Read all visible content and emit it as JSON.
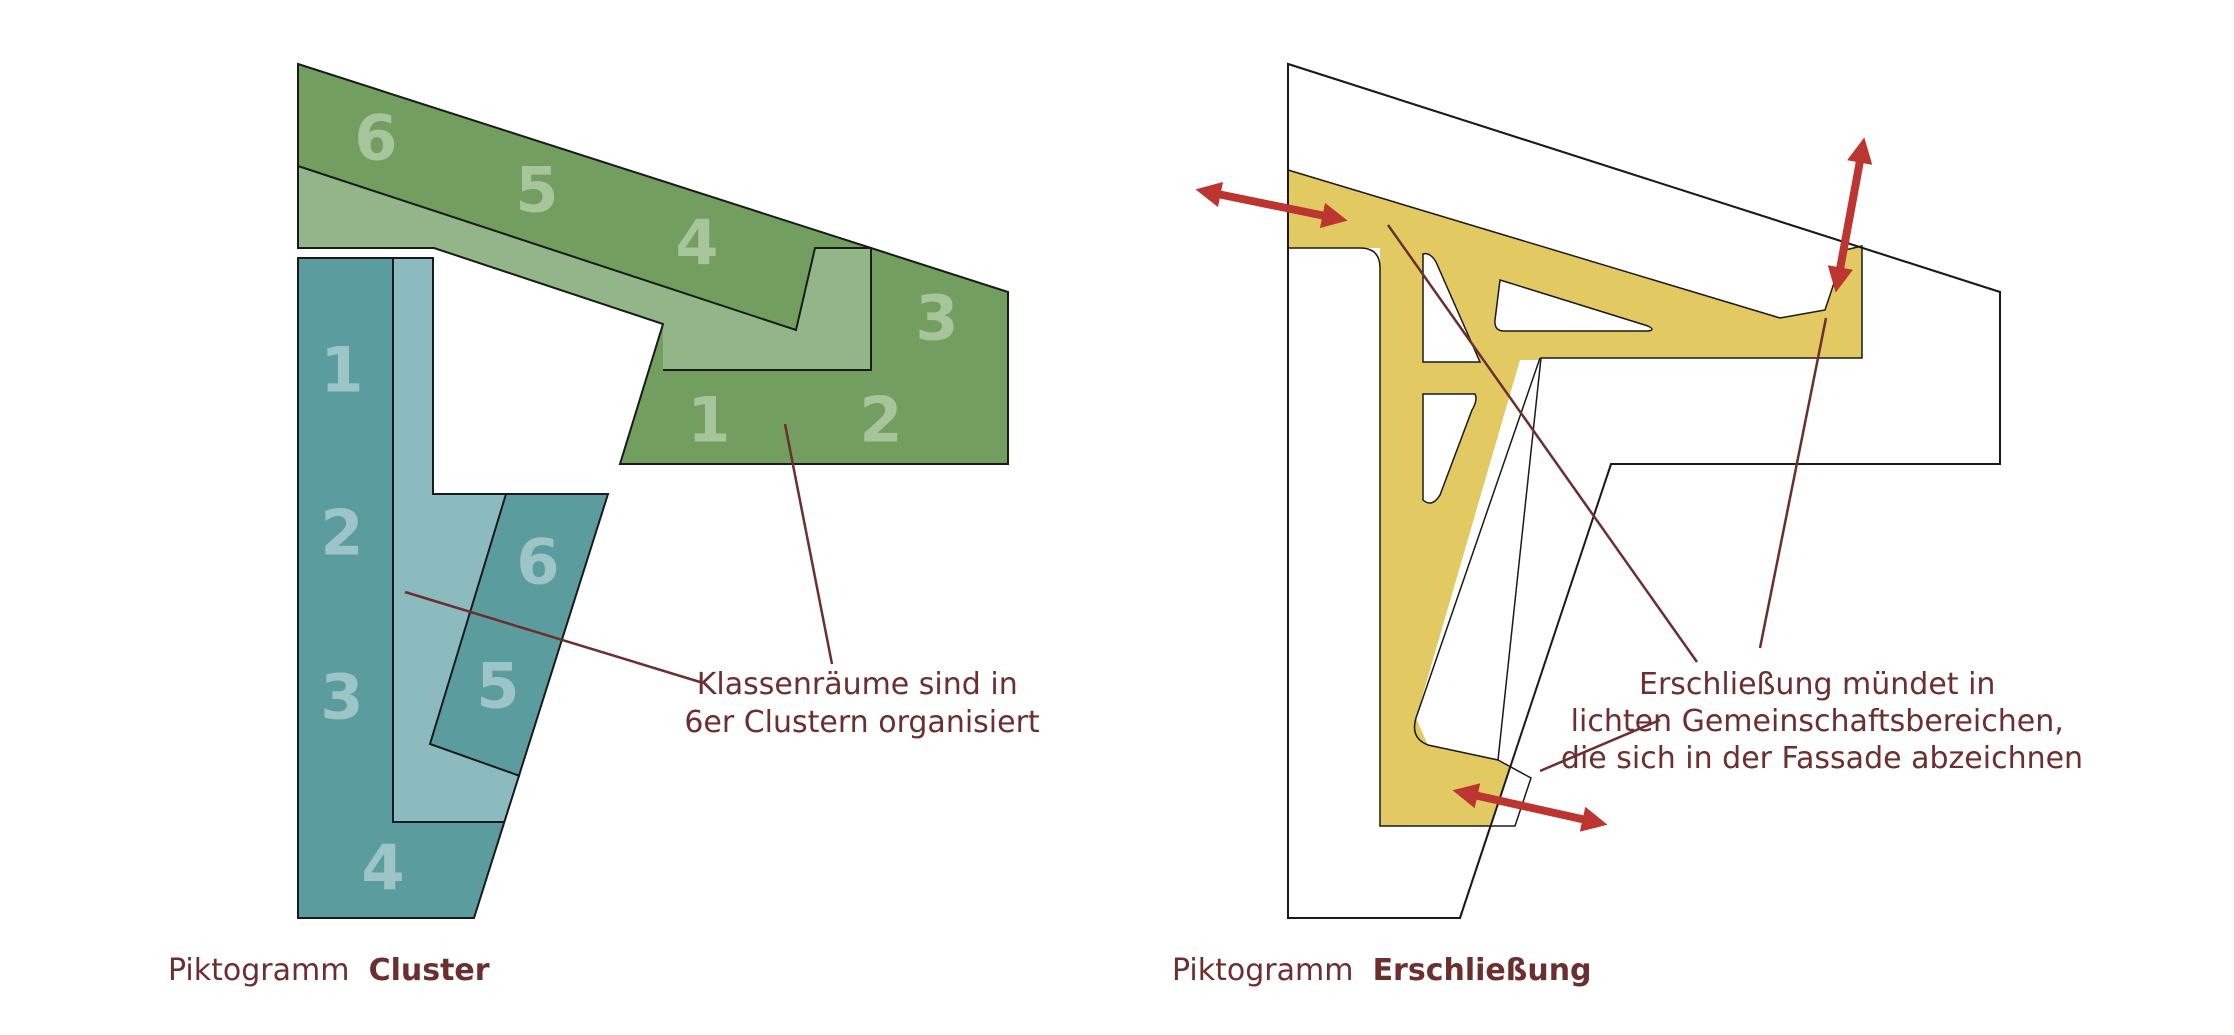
{
  "colors": {
    "green_dark": "#729e5f",
    "green_light": "#93b688",
    "green_number": "#a6c59a",
    "teal_dark": "#5b9d9f",
    "teal_light": "#8bbbbe",
    "teal_number": "#9dc5c7",
    "yellow": "#e3c962",
    "arrow": "#bd3530",
    "leader": "#6d2e2e",
    "text": "#6d2e2e",
    "outline": "#1a1a1a"
  },
  "cluster": {
    "green_numbers": [
      "6",
      "5",
      "4",
      "3",
      "1",
      "2"
    ],
    "teal_numbers": [
      "1",
      "2",
      "3",
      "4"
    ],
    "teal_inner_numbers": [
      "6",
      "5"
    ],
    "annotation_lines": [
      "Klassenräume sind in",
      "6er Clustern organisiert"
    ],
    "caption_prefix": "Piktogramm ",
    "caption_bold": "Cluster"
  },
  "circulation": {
    "annotation_lines": [
      "Erschließung mündet in",
      "lichten Gemeinschaftsbereichen,",
      "die sich in der Fassade abzeichnen"
    ],
    "caption_prefix": "Piktogramm ",
    "caption_bold": "Erschließung"
  }
}
